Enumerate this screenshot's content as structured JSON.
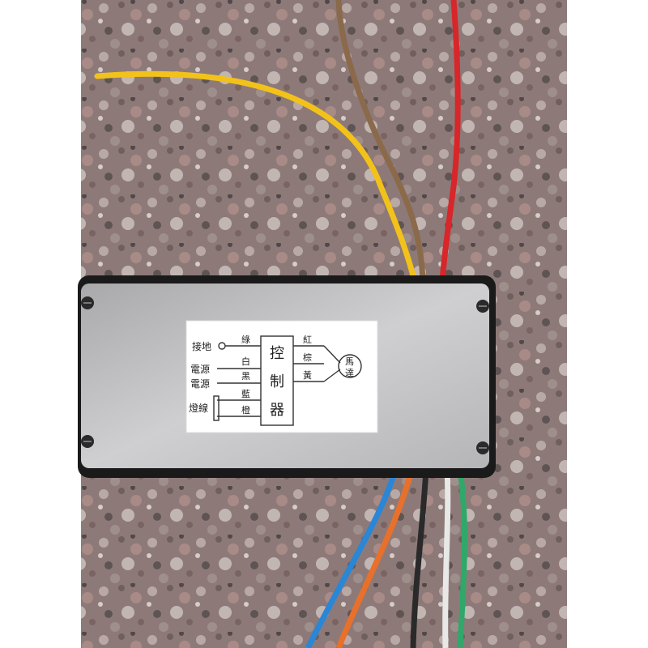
{
  "label": {
    "ground": "接地",
    "power_1": "電源",
    "power_2": "電源",
    "light_wire": "燈線",
    "wire_green": "綠",
    "wire_white": "白",
    "wire_black": "黑",
    "wire_blue": "藍",
    "wire_orange": "橙",
    "controller_1": "控",
    "controller_2": "制",
    "controller_3": "器",
    "wire_red": "紅",
    "wire_brown": "棕",
    "wire_yellow": "黃",
    "motor_1": "馬",
    "motor_2": "達"
  },
  "colors": {
    "yellow_wire": "#f2c21a",
    "brown_wire": "#8a6a4a",
    "red_wire": "#d8262a",
    "blue_wire": "#2a86d6",
    "orange_wire": "#e8702a",
    "black_wire": "#2a2a2a",
    "white_wire": "#e8e8e6",
    "green_wire": "#2fa86a"
  }
}
